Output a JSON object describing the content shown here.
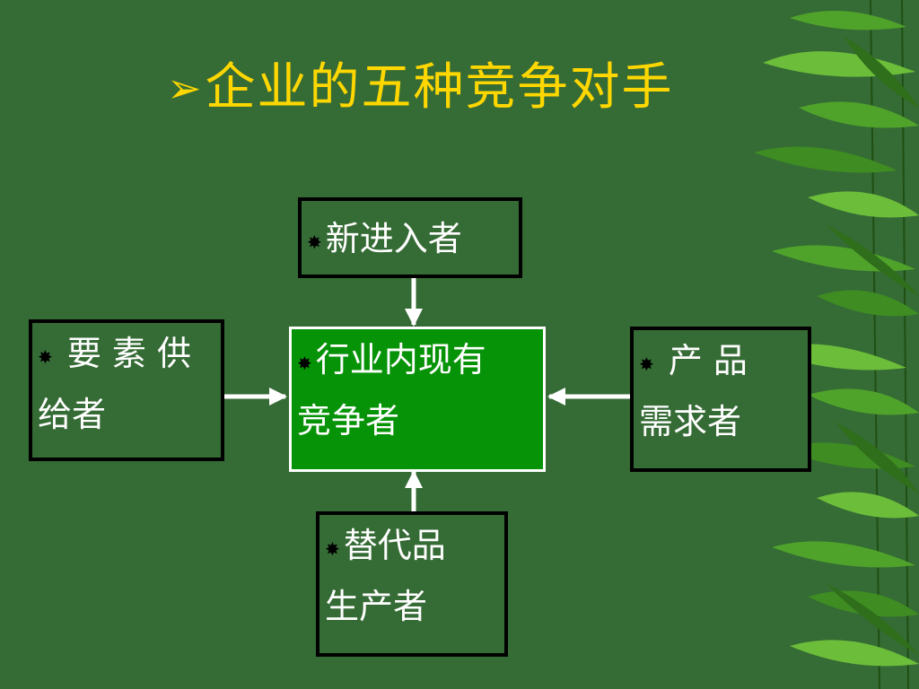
{
  "title": {
    "bullet": "➢",
    "text": "企业的五种竞争对手"
  },
  "boxes": {
    "top": {
      "star": "✸",
      "line1": "新进入者",
      "line2": ""
    },
    "left": {
      "star": "✸",
      "line1": " 要 素 供",
      "line2": "给者"
    },
    "center": {
      "star": "✸",
      "line1": "行业内现有",
      "line2": "竞争者"
    },
    "right": {
      "star": "✸",
      "line1": " 产 品",
      "line2": "需求者"
    },
    "bottom": {
      "star": "✸",
      "line1": "替代品",
      "line2": "生产者"
    }
  },
  "colors": {
    "background": "#356b35",
    "title": "#ffd700",
    "center_fill": "#079307",
    "arrow": "#ffffff"
  },
  "decoration": {
    "right_edge_image": "bamboo-leaves"
  }
}
